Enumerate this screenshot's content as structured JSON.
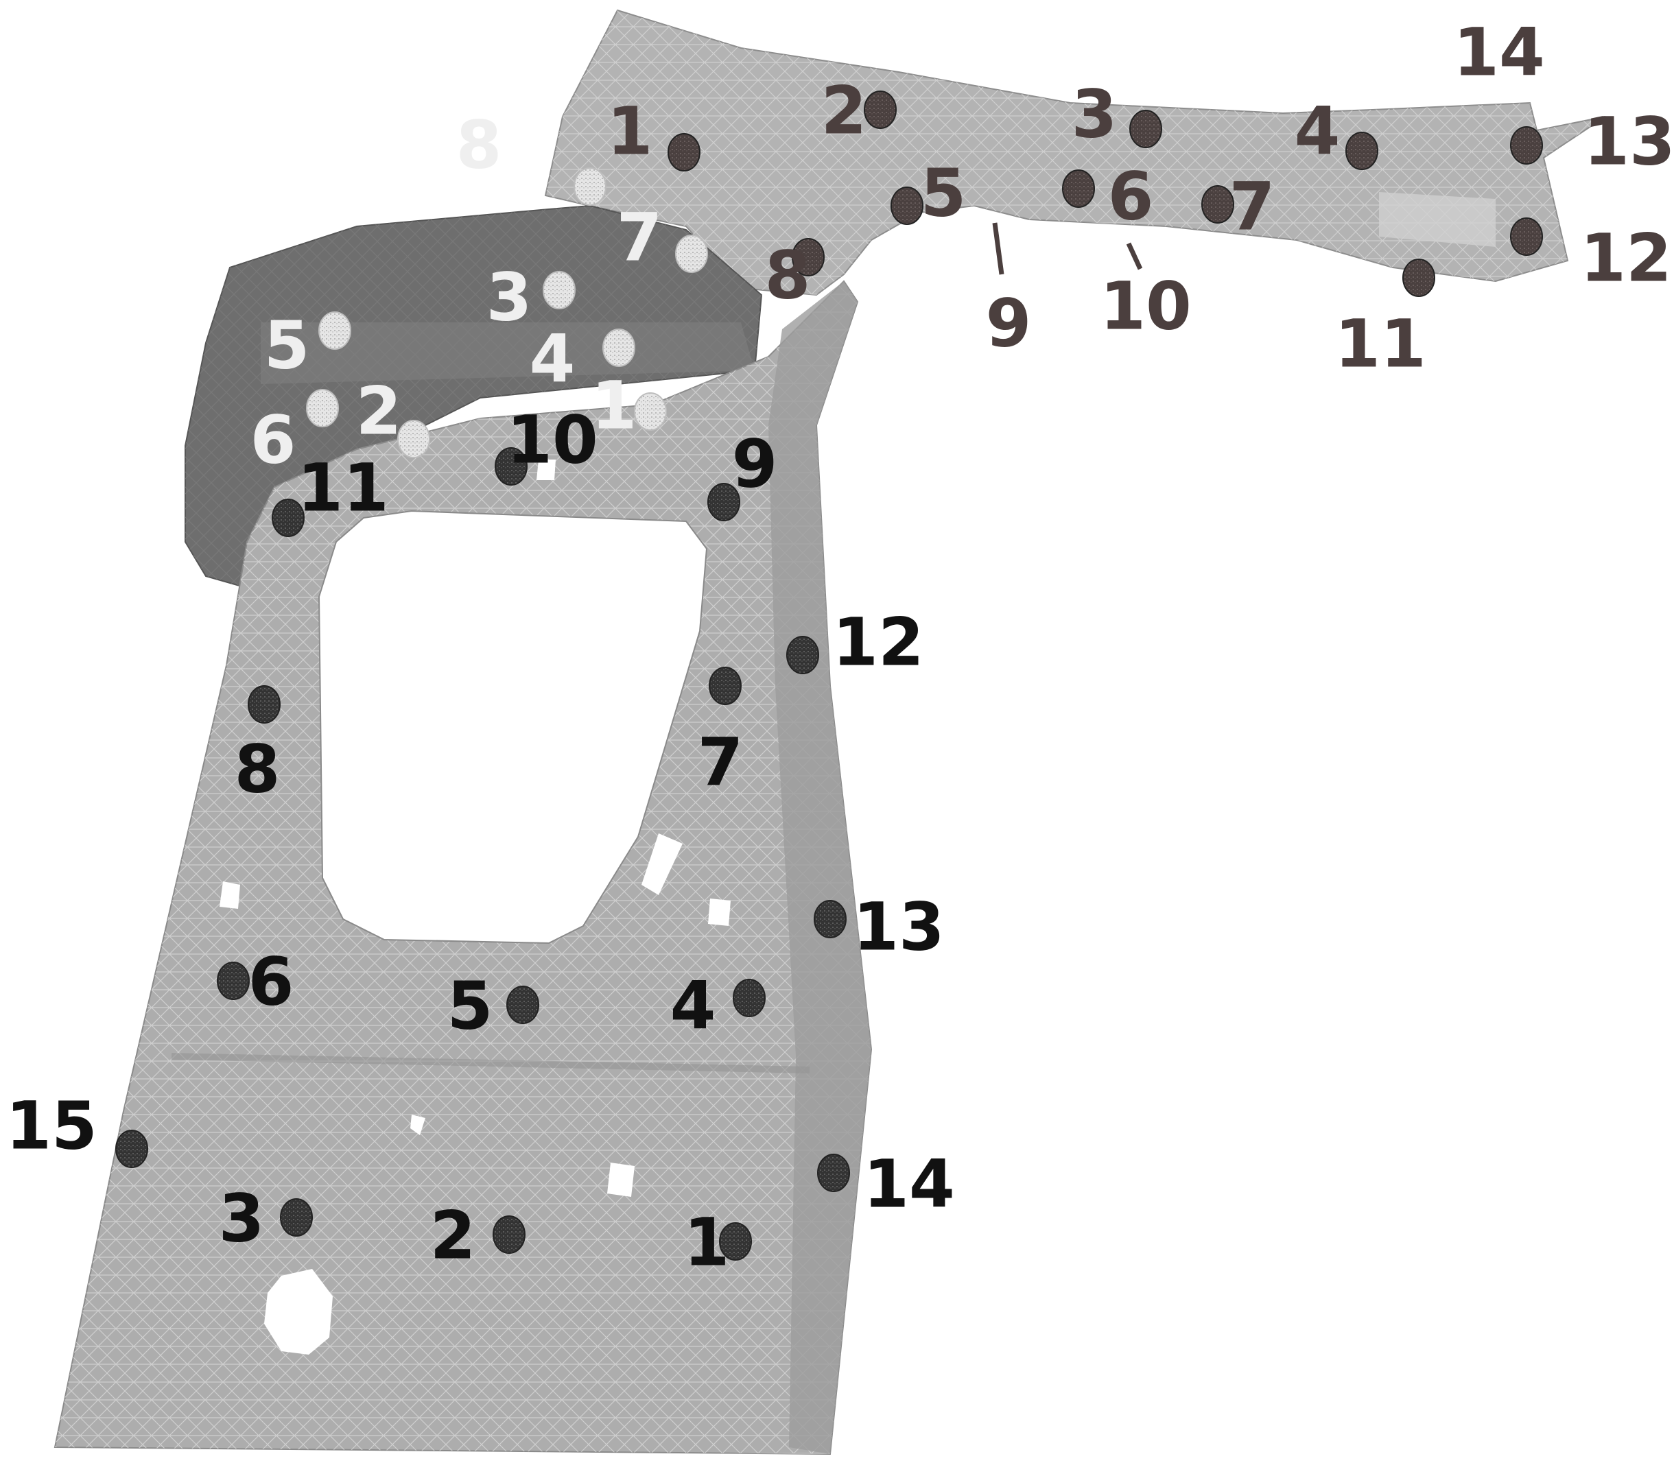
{
  "colors": {
    "background": "#ffffff",
    "panel_light": "#b5b5b5",
    "panel_mid": "#a9a9a9",
    "panel_dark": "#6b6b6b",
    "mesh_line": "#d8d8d8",
    "spot_black": "#2f2f2f",
    "spot_brown": "#4e4443",
    "spot_white": "#e4e4e4",
    "label_black": "#111111",
    "label_brown": "#4b3f3e",
    "label_white": "#efefef"
  },
  "groups": {
    "lower_panel": {
      "color": "black",
      "labels": [
        "1",
        "2",
        "3",
        "4",
        "5",
        "6",
        "7",
        "8",
        "9",
        "10",
        "11",
        "12",
        "13",
        "14",
        "15"
      ]
    },
    "upper_rail": {
      "color": "brown",
      "labels": [
        "1",
        "2",
        "3",
        "4",
        "5",
        "6",
        "7",
        "8",
        "9",
        "10",
        "11",
        "12",
        "13",
        "14"
      ]
    },
    "inner_bracket": {
      "color": "white",
      "labels": [
        "1",
        "2",
        "3",
        "4",
        "5",
        "6",
        "7",
        "8"
      ]
    }
  }
}
